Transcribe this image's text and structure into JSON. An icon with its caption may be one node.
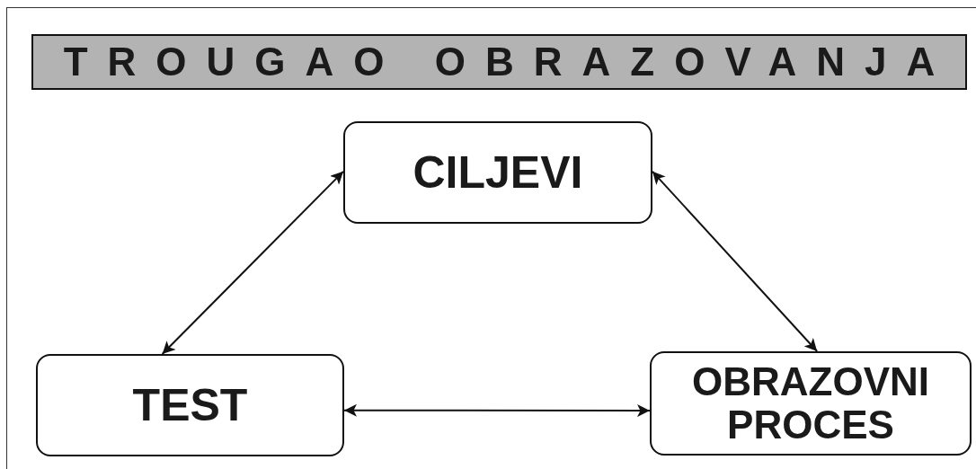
{
  "diagram": {
    "title": "TROUGAO OBRAZOVANJA",
    "nodes": [
      {
        "text": [
          "CILJEVI"
        ]
      },
      {
        "text": [
          "TEST"
        ]
      },
      {
        "text": [
          "OBRAZOVNI PROCES"
        ]
      }
    ],
    "edges": [
      {
        "from": 0,
        "to": 1,
        "arrow": "both"
      },
      {
        "from": 0,
        "to": 2,
        "arrow": "both"
      },
      {
        "from": 1,
        "to": 2,
        "arrow": "both"
      }
    ]
  }
}
